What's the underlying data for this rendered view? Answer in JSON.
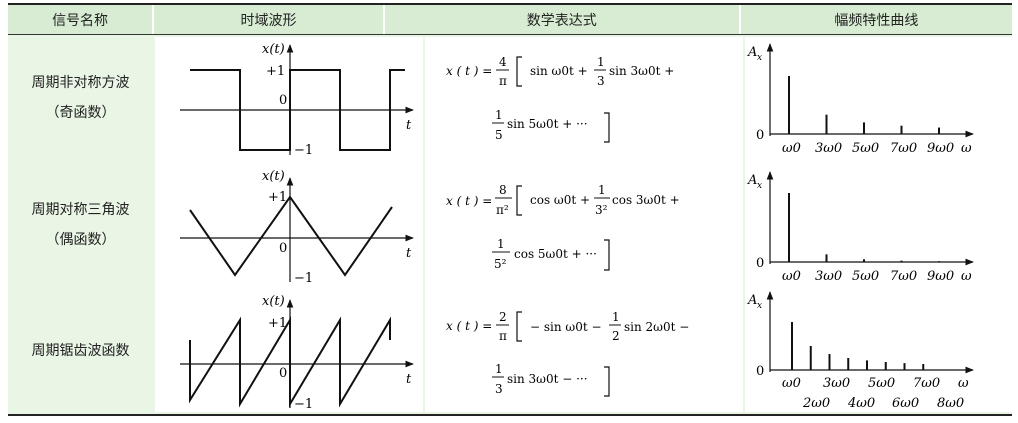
{
  "header": {
    "col_name": "信号名称",
    "col_waveform": "时域波形",
    "col_formula": "数学表达式",
    "col_spectrum": "幅频特性曲线"
  },
  "rows": [
    {
      "name": "周期非对称方波",
      "parity": "（奇函数）",
      "wave": {
        "axis_label_y": "x(t)",
        "pos_level": "+1",
        "neg_level": "−1",
        "origin": "0",
        "axis_label_x": "t"
      },
      "formula": {
        "lhs": "x ( t ) =",
        "coef_num": "4",
        "coef_den": "π",
        "line1_a": "sin  ω0t +",
        "frac_num": "1",
        "frac_den": "3",
        "line1_b": "sin 3ω0t +",
        "line2_num": "1",
        "line2_den": "5",
        "line2_b": "sin 5ω0t + ···"
      },
      "spectrum": {
        "y_label": "A",
        "y_sub": "x",
        "origin": "0",
        "ticks": [
          "ω0",
          "3ω0",
          "5ω0",
          "7ω0",
          "9ω0",
          "ω"
        ],
        "values": [
          1,
          0.333,
          0.2,
          0.143,
          0.111
        ]
      }
    },
    {
      "name": "周期对称三角波",
      "parity": "（偶函数）",
      "wave": {
        "axis_label_y": "x(t)",
        "pos_level": "+1",
        "neg_level": "−1",
        "origin": "0",
        "axis_label_x": "t"
      },
      "formula": {
        "lhs": "x ( t ) =",
        "coef_num": "8",
        "coef_den": "π²",
        "line1_a": "cos  ω0t +",
        "frac_num": "1",
        "frac_den": "3²",
        "line1_b": "cos 3ω0t +",
        "line2_num": "1",
        "line2_den": "5²",
        "line2_b": "cos 5ω0t + ···"
      },
      "spectrum": {
        "y_label": "A",
        "y_sub": "x",
        "origin": "0",
        "ticks": [
          "ω0",
          "3ω0",
          "5ω0",
          "7ω0",
          "9ω0",
          "ω"
        ],
        "values": [
          1,
          0.111,
          0.04,
          0.02,
          0.012
        ]
      }
    },
    {
      "name": "周期锯齿波函数",
      "parity": "",
      "wave": {
        "axis_label_y": "x(t)",
        "pos_level": "+1",
        "neg_level": "−1",
        "origin": "0",
        "axis_label_x": "t"
      },
      "formula": {
        "lhs": "x ( t ) =",
        "coef_num": "2",
        "coef_den": "π",
        "line1_a": "− sin  ω0t −",
        "frac_num": "1",
        "frac_den": "2",
        "line1_b": "sin 2ω0t −",
        "line2_num": "1",
        "line2_den": "3",
        "line2_b": "sin 3ω0t − ···"
      },
      "spectrum": {
        "y_label": "A",
        "y_sub": "x",
        "origin": "0",
        "ticks_top": [
          "ω0",
          "3ω0",
          "5ω0",
          "7ω0",
          "ω"
        ],
        "ticks_bottom": [
          "2ω0",
          "4ω0",
          "6ω0",
          "8ω0"
        ],
        "values": [
          1,
          0.5,
          0.333,
          0.25,
          0.2,
          0.167,
          0.143,
          0.125
        ]
      }
    }
  ]
}
